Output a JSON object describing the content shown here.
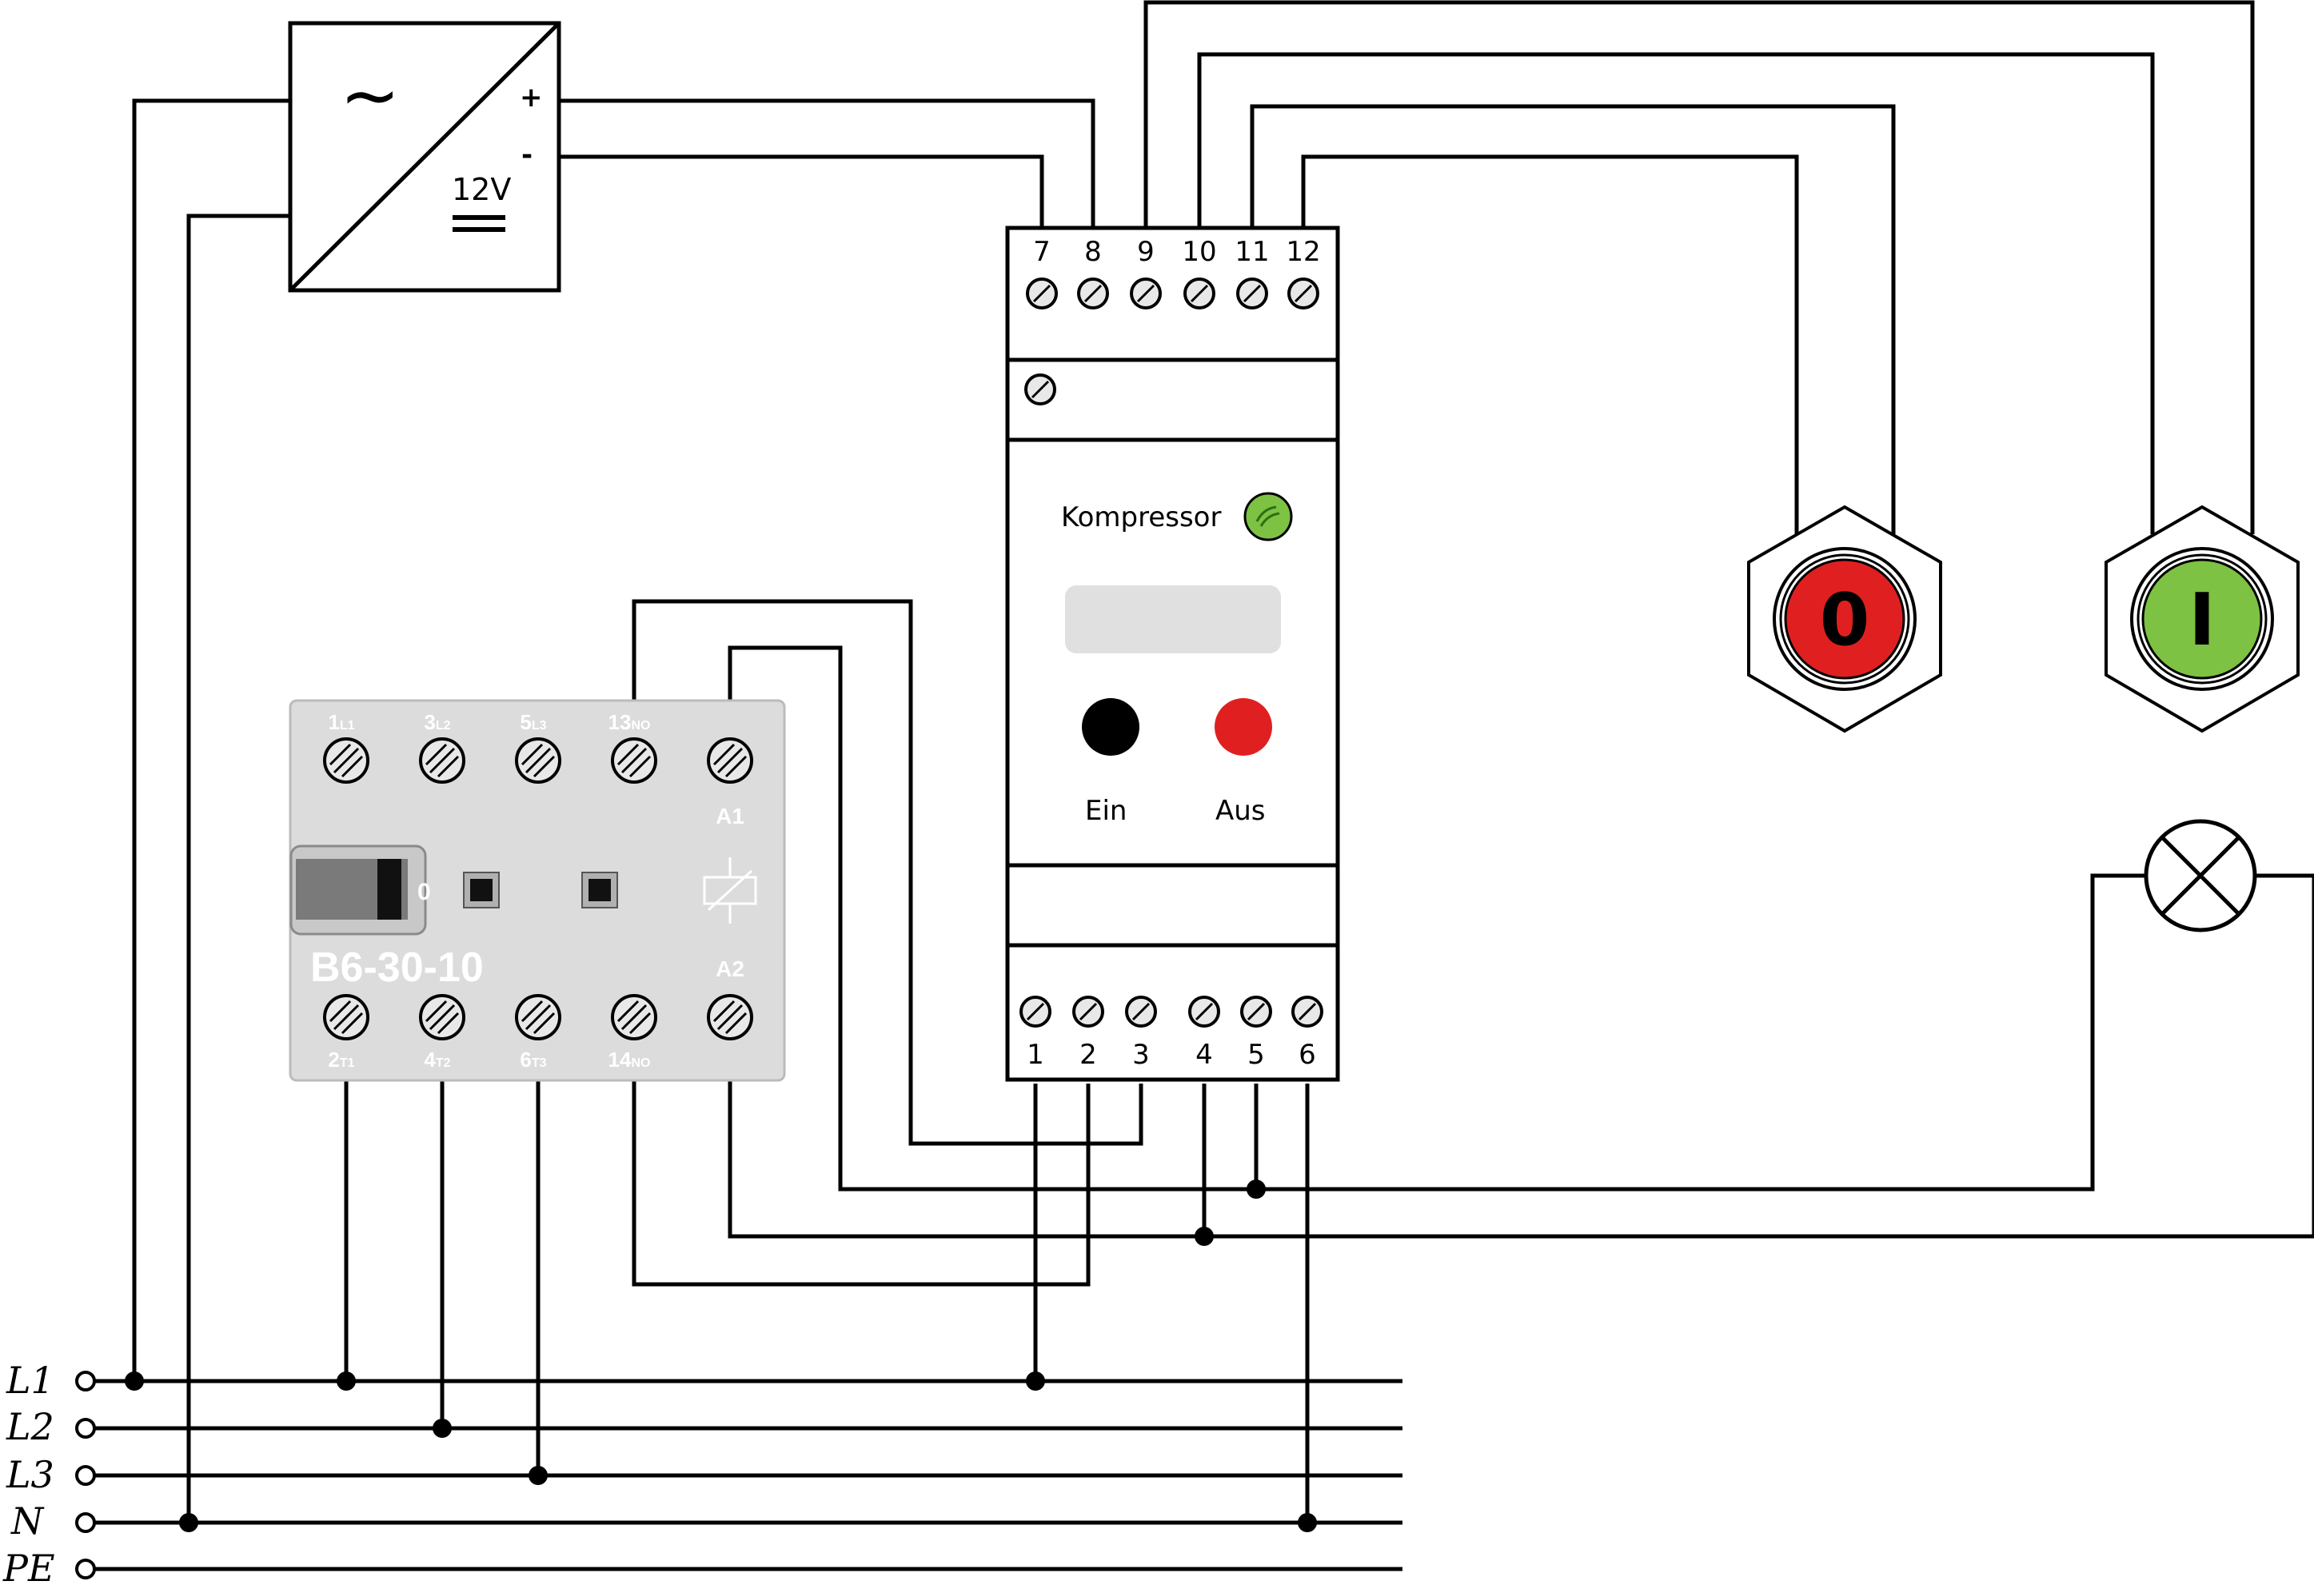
{
  "power_supply": {
    "ac_symbol": "~",
    "plus": "+",
    "minus": "-",
    "voltage": "12V",
    "dc_symbol": "="
  },
  "controller": {
    "top_terminals": [
      "7",
      "8",
      "9",
      "10",
      "11",
      "12"
    ],
    "bottom_terminals": [
      "1",
      "2",
      "3",
      "4",
      "5",
      "6"
    ],
    "name": "Kompressor",
    "led_color": "#7dc242",
    "ein_label": "Ein",
    "aus_label": "Aus",
    "ein_color": "#000000",
    "aus_color": "#e02020"
  },
  "contactor": {
    "model": "B6-30-10",
    "top_terminals": [
      {
        "num": "1",
        "sub": "L1"
      },
      {
        "num": "3",
        "sub": "L2"
      },
      {
        "num": "5",
        "sub": "L3"
      },
      {
        "num": "13",
        "sub": "NO"
      },
      {
        "num": "A1",
        "sub": ""
      }
    ],
    "bottom_terminals": [
      {
        "num": "2",
        "sub": "T1"
      },
      {
        "num": "4",
        "sub": "T2"
      },
      {
        "num": "6",
        "sub": "T3"
      },
      {
        "num": "14",
        "sub": "NO"
      },
      {
        "num": "A2",
        "sub": ""
      }
    ],
    "switch_label": "0",
    "body_color": "#dcdcdc"
  },
  "buttons": [
    {
      "symbol": "0",
      "color": "#e02020"
    },
    {
      "symbol": "I",
      "color": "#7dc242"
    }
  ],
  "lamp": {
    "icon": "indicator-lamp-icon"
  },
  "bus": {
    "lines": [
      "L1",
      "L2",
      "L3",
      "N",
      "PE"
    ]
  }
}
